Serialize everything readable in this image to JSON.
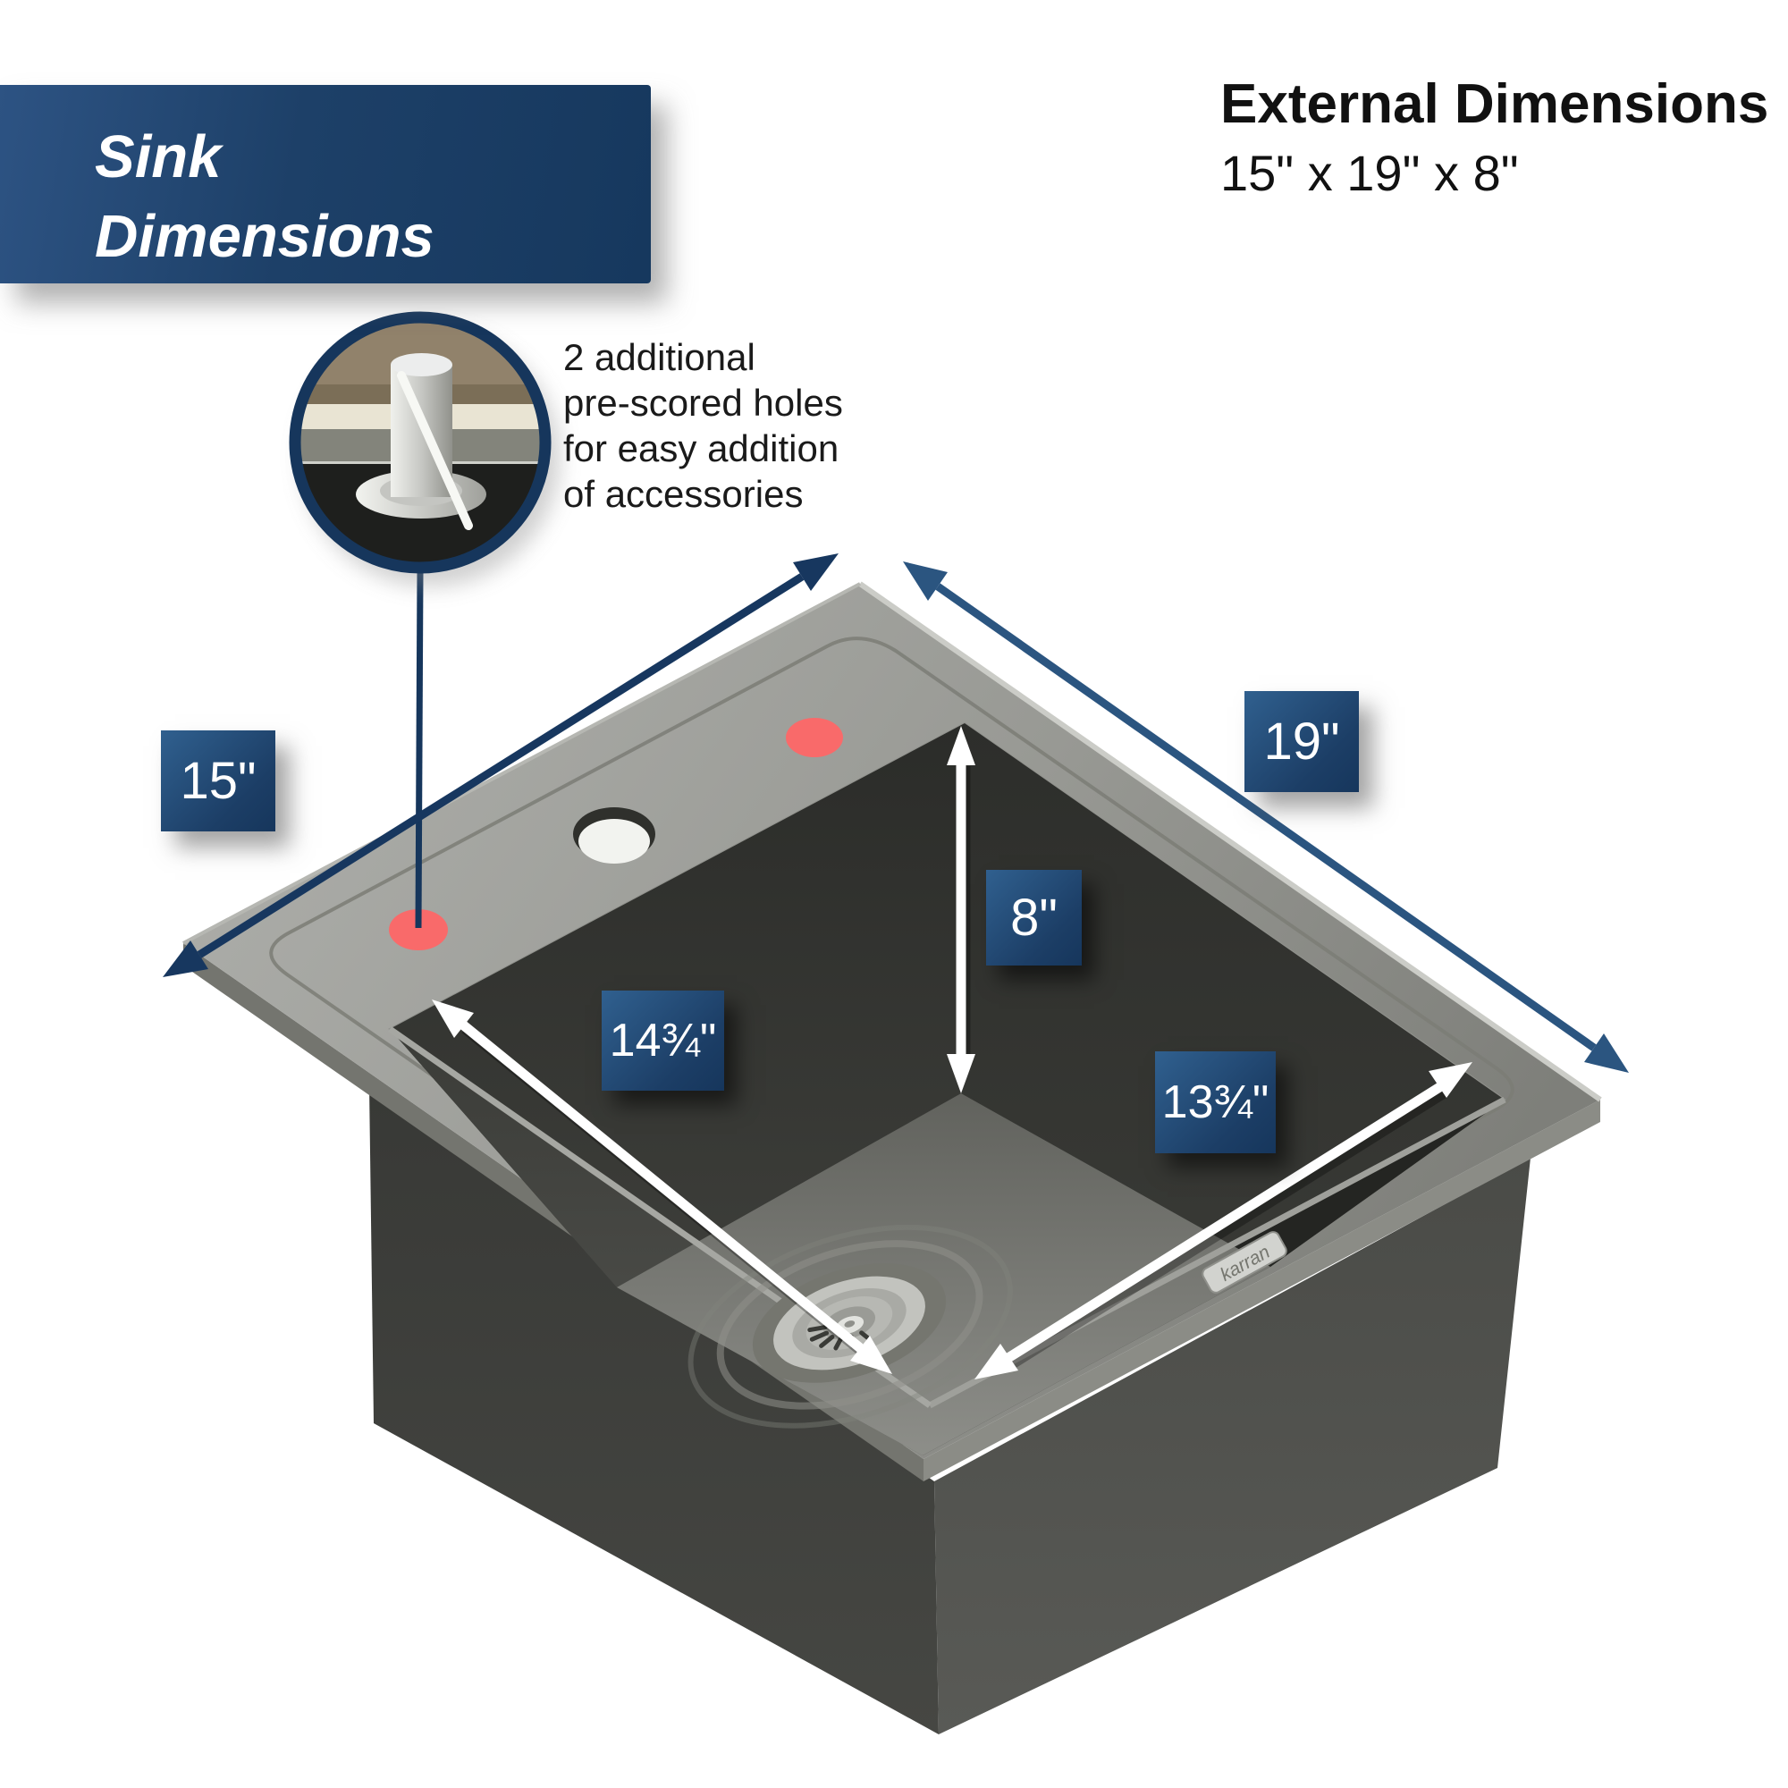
{
  "banner": {
    "line1": "Sink",
    "line2": "Dimensions"
  },
  "external": {
    "heading": "External Dimensions",
    "value": "15\" x 19\" x 8\""
  },
  "callout": {
    "line1": "2 additional",
    "line2": "pre-scored holes",
    "line3": "for easy addition",
    "line4": "of accessories"
  },
  "labels": {
    "width": "15\"",
    "length": "19\"",
    "depth": "8\"",
    "bowl_length": "14¾\"",
    "bowl_width": "13¾\""
  },
  "brand_plate": "karran",
  "colors": {
    "accent_navy": "#1b3e66",
    "arrow_navy_dark": "#17375f",
    "arrow_navy_light": "#2b5580",
    "hole_marker_red": "#f96a6a",
    "sink_gray": "#9b9c97"
  }
}
